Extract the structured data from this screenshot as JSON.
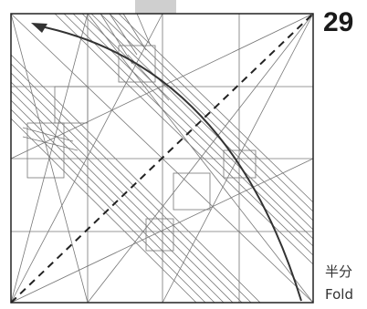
{
  "step": {
    "number": "29"
  },
  "caption": {
    "cn": "半分",
    "en": "Fold"
  },
  "diagram": {
    "colors": {
      "paper_edge": "#222222",
      "crease": "#777777",
      "arrow": "#333333",
      "top_shade": "#cfcfcf"
    }
  }
}
